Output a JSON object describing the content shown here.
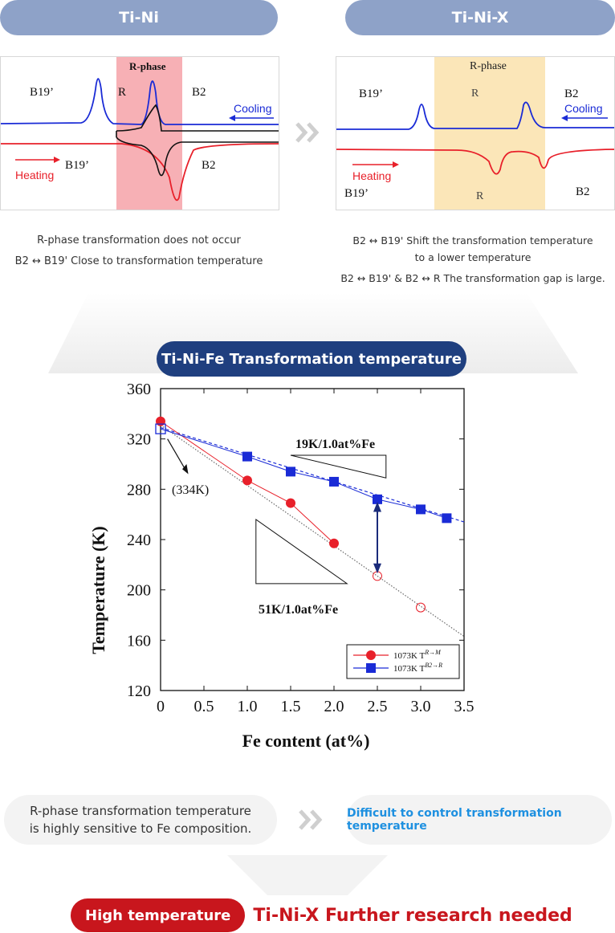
{
  "headers": {
    "left": "Ti-Ni",
    "right": "Ti-Ni-X"
  },
  "left_panel": {
    "rphase_label": "R-phase",
    "b19_top": "B19’",
    "r_label": "R",
    "b2_top": "B2",
    "cooling": "Cooling",
    "heating": "Heating",
    "b19_bottom": "B19’",
    "b2_bottom": "B2"
  },
  "right_panel": {
    "rphase_label": "R-phase",
    "b19_top": "B19’",
    "r_top": "R",
    "b2_top": "B2",
    "cooling": "Cooling",
    "heating": "Heating",
    "b19_bottom": "B19’",
    "r_bottom": "R",
    "b2_bottom": "B2"
  },
  "captions": {
    "left_1": "R-phase transformation does not occur",
    "left_2": "B2 ↔ B19' Close to transformation temperature",
    "right_1": "B2 ↔ B19' Shift the transformation temperature",
    "right_2": "to a lower temperature",
    "right_3": "B2 ↔ B19' & B2 ↔ R The transformation gap is large."
  },
  "chart_title": "Ti-Ni-Fe Transformation temperature",
  "chart_data": {
    "type": "line",
    "xlabel": "Fe content (at%)",
    "ylabel": "Temperature (K)",
    "xlim": [
      0,
      3.5
    ],
    "ylim": [
      120,
      360
    ],
    "xticks": [
      "0",
      "0.5",
      "1.0",
      "1.5",
      "2.0",
      "2.5",
      "3.0",
      "3.5"
    ],
    "yticks": [
      "120",
      "160",
      "200",
      "240",
      "280",
      "320",
      "360"
    ],
    "series": [
      {
        "name": "1073K T",
        "name_sup": "R→M",
        "color": "#e8202a",
        "marker": "circle",
        "x": [
          0,
          1.0,
          1.5,
          2.0
        ],
        "y": [
          334,
          287,
          269,
          237
        ]
      },
      {
        "name": "1073K T",
        "name_sup": "B2→R",
        "color": "#1a2bd6",
        "marker": "square",
        "x": [
          0,
          1.0,
          1.5,
          2.0,
          2.5,
          3.0,
          3.3
        ],
        "y": [
          328,
          306,
          294,
          286,
          272,
          264,
          257
        ]
      }
    ],
    "extrapolated_points": {
      "x": [
        2.5,
        3.0
      ],
      "y": [
        211,
        186
      ]
    },
    "annotations": {
      "point_label": "(334K)",
      "slope_blue": "19K/1.0at%Fe",
      "slope_red": "51K/1.0at%Fe"
    },
    "legend_position": "bottom-right"
  },
  "notes": {
    "left": "R-phase transformation temperature is highly sensitive to Fe composition.",
    "right": "Difficult to control transformation temperature"
  },
  "conclusion": {
    "badge": "High temperature",
    "text": "Ti-Ni-X Further research needed"
  }
}
